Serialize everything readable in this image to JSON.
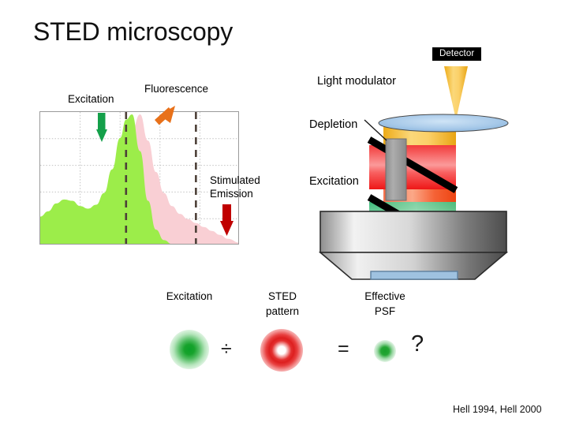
{
  "slide": {
    "title": "STED microscopy",
    "citation": "Hell 1994, Hell 2000"
  },
  "spectra": {
    "label_excitation": "Excitation",
    "label_fluorescence": "Fluorescence",
    "label_stimulated_emission_line1": "Stimulated",
    "label_stimulated_emission_line2": "Emission",
    "arrow_excitation_color": "#14a04a",
    "arrow_fluorescence_color": "#e8711a",
    "arrow_stimulated_color": "#c00000",
    "excitation_fill": "#9ced4a",
    "fluorescence_fill": "#f9cfd4",
    "dashed_line_color": "#4d4038",
    "border_color": "#9a9a9a",
    "gridline_color": "#bdbdbd"
  },
  "chart_data": {
    "type": "area",
    "title": "",
    "xlabel": "",
    "ylabel": "",
    "xlim": [
      0,
      100
    ],
    "ylim": [
      0,
      100
    ],
    "grid": true,
    "grid_x": [
      20,
      40,
      60,
      80
    ],
    "grid_y": [
      20,
      40,
      60,
      80
    ],
    "legend_position": "none",
    "annotations": [
      {
        "text": "Excitation",
        "target": "excitation-spectrum",
        "arrow": "down",
        "color": "#14a04a"
      },
      {
        "text": "Fluorescence",
        "target": "emission-spectrum",
        "arrow": "up-right",
        "color": "#e8711a"
      },
      {
        "text": "Stimulated Emission",
        "target": "emission-tail",
        "arrow": "down",
        "color": "#c00000"
      }
    ],
    "markers": [
      {
        "name": "excitation-laser-line",
        "x": 43,
        "style": "dashed"
      },
      {
        "name": "sted-depletion-line",
        "x": 78,
        "style": "dashed"
      }
    ],
    "x": [
      0,
      4,
      8,
      12,
      16,
      20,
      24,
      28,
      32,
      36,
      40,
      43,
      46,
      50,
      54,
      58,
      62,
      66,
      70,
      74,
      78,
      82,
      86,
      90,
      94,
      100
    ],
    "series": [
      {
        "name": "Excitation",
        "color": "#9ced4a",
        "values": [
          22,
          26,
          32,
          35,
          34,
          30,
          28,
          31,
          40,
          58,
          82,
          96,
          100,
          72,
          34,
          12,
          4,
          1,
          0,
          0,
          0,
          0,
          0,
          0,
          0,
          0
        ]
      },
      {
        "name": "Fluorescence emission",
        "color": "#f9cfd4",
        "values": [
          0,
          0,
          0,
          0,
          0,
          0,
          0,
          0,
          0,
          2,
          18,
          52,
          88,
          100,
          80,
          56,
          40,
          30,
          24,
          20,
          17,
          14,
          11,
          8,
          5,
          2
        ]
      }
    ]
  },
  "optics": {
    "label_light_modulator": "Light modulator",
    "label_depletion": "Depletion",
    "label_excitation": "Excitation",
    "label_detector": "Detector",
    "depletion_beam_color": "#f42b2b",
    "excitation_beam_color": "#49c07e",
    "fluorescence_beam_color": "#f5b21e",
    "modulator_color": "#9e9e9e",
    "mirror_color": "#000000",
    "lens_color": "#a8cae8",
    "sample_color": "#9fc2e0"
  },
  "psf_row": {
    "label_excitation": "Excitation",
    "label_sted_line1": "STED",
    "label_sted_line2": "pattern",
    "label_effective_line1": "Effective",
    "label_effective_line2": "PSF",
    "operator_divide": "÷",
    "operator_equals": "=",
    "question_mark": "?"
  }
}
